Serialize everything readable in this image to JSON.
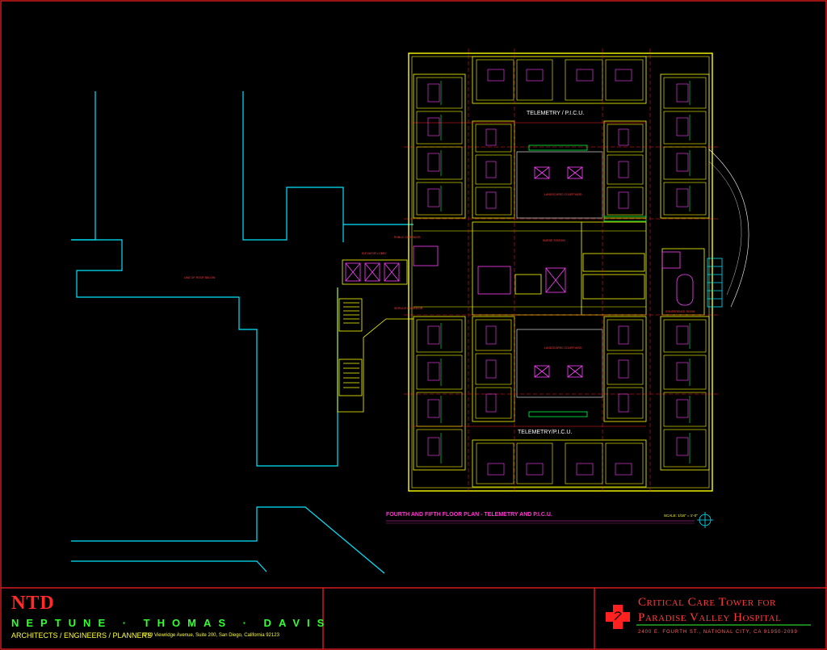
{
  "drawing": {
    "title": "FOURTH AND FIFTH FLOOR PLAN - TELEMETRY AND P.I.C.U.",
    "scale": "SCALE: 1/16\" = 1'-0\"",
    "wing_labels": [
      "TELEMETRY / P.I.C.U.",
      "TELEMETRY/P.I.C.U."
    ],
    "room_labels": {
      "public_corridor": "PUBLIC CORRIDOR",
      "service_corridor": "SERVICE CORRIDOR",
      "elevator_lobby": "ELEVATOR LOBBY",
      "conference_room": "CONFERENCE ROOM",
      "nurse_station": "NURSE STATION",
      "landscaped_courtyard": "LANDSCAPED COURTYARD",
      "line_of_roof": "LINE OF ROOF BELOW"
    },
    "colors": {
      "background": "#000000",
      "site": "#00e5ff",
      "walls": "#ffff00",
      "rooms": "#ff3030",
      "furniture": "#ff40ff",
      "fixtures": "#00ff40",
      "titleblock_frame": "#ff2020"
    }
  },
  "titleblock": {
    "firm_logo": "NTD",
    "firm_name": "NEPTUNE · THOMAS · DAVIS",
    "disciplines": "ARCHITECTS / ENGINEERS / PLANNERS",
    "firm_address": "4719 Viewridge Avenue, Suite 200,    San Diego, California 92123",
    "project_line1": "Critical Care Tower for",
    "project_line2": "Paradise Valley Hospital",
    "project_address": "2400 E. FOURTH ST.,   NATIONAL CITY,   CA   91950-2099",
    "cross_icon": "red-cross-icon"
  }
}
